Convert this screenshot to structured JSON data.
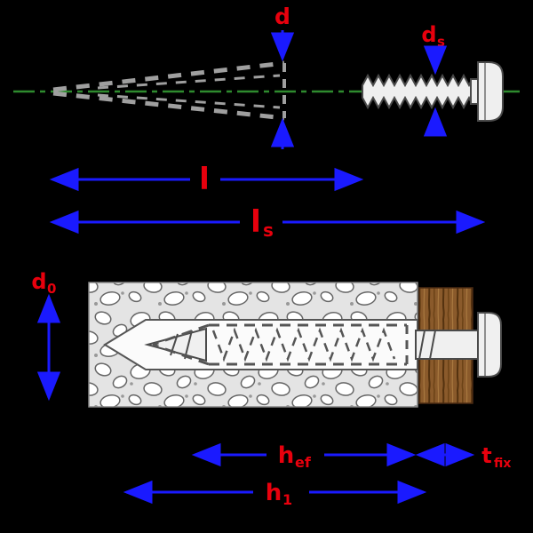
{
  "diagram": {
    "description": "Technical dimension diagram of a plastic anchor plug and screw, shown loose (top) and installed in concrete with a fixture (bottom)",
    "colors": {
      "background": "#000000",
      "label_red": "#e8000d",
      "dimension_blue": "#1a1aff",
      "centerline_green": "#2e8b2e",
      "plug_dash_gray": "#9f9f9f",
      "screw_outline_gray": "#4a4a4a",
      "concrete_fill": "#e4e4e4",
      "fixture_brown": "#8a5a2b"
    }
  },
  "labels": {
    "d": {
      "base": "d",
      "sub": ""
    },
    "ds": {
      "base": "d",
      "sub": "s"
    },
    "l": {
      "base": "l",
      "sub": ""
    },
    "ls": {
      "base": "l",
      "sub": "s"
    },
    "d0": {
      "base": "d",
      "sub": "0"
    },
    "hef": {
      "base": "h",
      "sub": "ef"
    },
    "tfix": {
      "base": "t",
      "sub": "fix"
    },
    "h1": {
      "base": "h",
      "sub": "1"
    }
  }
}
